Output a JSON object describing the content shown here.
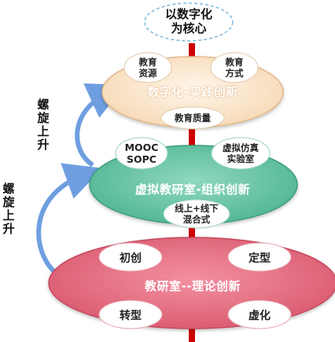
{
  "core": "以数字化\n为核心",
  "top_level": {
    "title": "数字化-实践创新",
    "tags": [
      "教育\n资源",
      "教育\n方式",
      "教育质量"
    ]
  },
  "middle_level": {
    "title": "虚拟教研室-组织创新",
    "tags": [
      "MOOC\nSOPC",
      "虚拟仿真\n实验室",
      "线上+线下\n混合式"
    ]
  },
  "bottom_level": {
    "title": "教研室--理论创新",
    "tags": [
      "初创",
      "定型",
      "转型",
      "虚化"
    ]
  },
  "arrow_labels": [
    "螺\n旋\n上\n升",
    "螺\n旋\n上\n升"
  ],
  "colors": {
    "axis": "#cc0000",
    "top_fill": "#fbe3c6",
    "middle_fill": "#6cc7a8",
    "bottom_fill": "#e7707f",
    "arrow": "#6f9ee0",
    "core_border": "#7ab8e0"
  }
}
